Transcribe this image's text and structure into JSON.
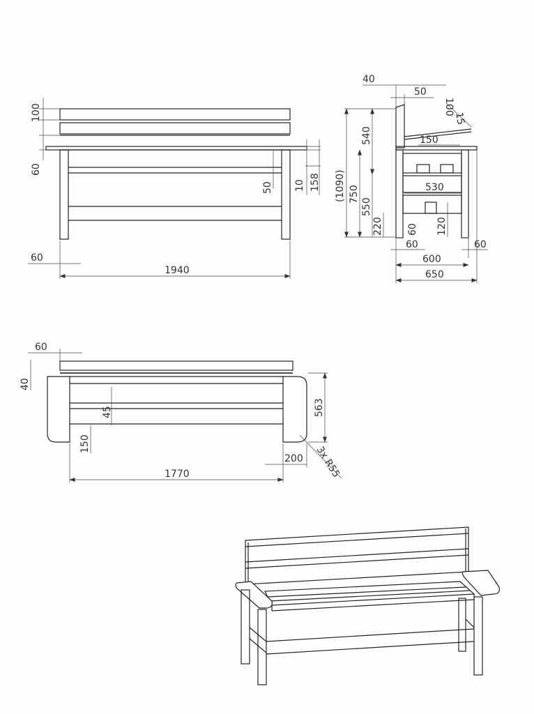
{
  "front_view": {
    "dim_top_slat": "100",
    "dim_mid": "60",
    "dim_rail": "50",
    "dim_thk": "10",
    "dim_seat_h": "158",
    "dim_leg": "60",
    "dim_total_length": "1940"
  },
  "side_view": {
    "dim_40": "40",
    "dim_50": "50",
    "dim_100": "100",
    "dim_15": "15",
    "dim_540": "540",
    "dim_150": "150",
    "dim_1090": "(1090)",
    "dim_750": "750",
    "dim_530": "530",
    "dim_550": "550",
    "dim_220": "220",
    "dim_60a": "60",
    "dim_120": "120",
    "dim_60b": "60",
    "dim_60c": "60",
    "dim_600": "600",
    "dim_650": "650"
  },
  "top_view": {
    "dim_60": "60",
    "dim_40": "40",
    "dim_45": "45",
    "dim_563": "563",
    "dim_150": "150",
    "dim_radius": "3x R55",
    "dim_200": "200",
    "dim_1770": "1770"
  }
}
